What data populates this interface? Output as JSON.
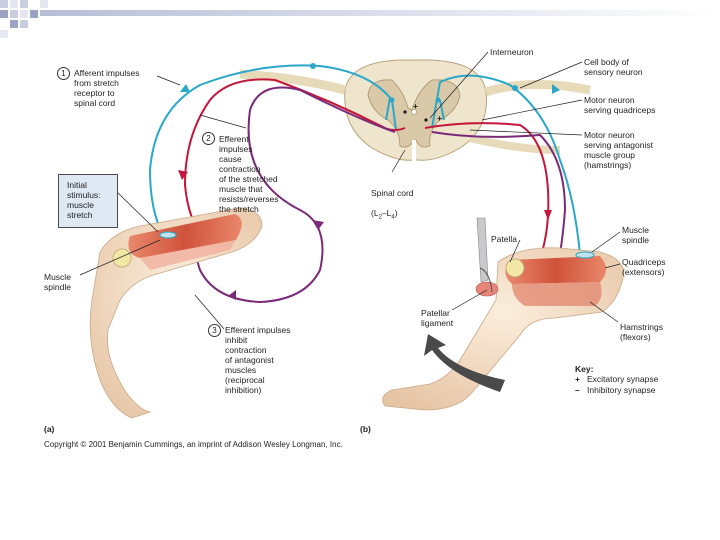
{
  "labels": {
    "step1": "Afferent impulses\nfrom stretch\nreceptor to\nspinal cord",
    "step2": "Efferent\nimpulses\ncause\ncontraction\nof the stretched\nmuscle that\nresists/reverses\nthe stretch",
    "step3": "Efferent impulses\ninhibit\ncontraction\nof antagonist\nmuscles\n(reciprocal\ninhibition)",
    "step1_num": "1",
    "step2_num": "2",
    "step3_num": "3",
    "initial_stimulus": "Initial\nstimulus:\nmuscle\nstretch",
    "muscle_spindle_a": "Muscle\nspindle",
    "interneuron": "Interneuron",
    "cell_body_sensory": "Cell body of\nsensory neuron",
    "motor_quadriceps": "Motor neuron\nserving quadriceps",
    "motor_antagonist": "Motor neuron\nserving antagonist\nmuscle group\n(hamstrings)",
    "spinal_cord": "Spinal cord",
    "spinal_levels": "(L",
    "spinal_sub1": "2",
    "spinal_dash": "–L",
    "spinal_sub2": "4",
    "spinal_close": ")",
    "patella": "Patella",
    "muscle_spindle_b": "Muscle\nspindle",
    "quadriceps": "Quadriceps\n(extensors)",
    "patellar_ligament": "Patellar\nligament",
    "hamstrings": "Hamstrings\n(flexors)",
    "panel_a": "(a)",
    "panel_b": "(b)",
    "copyright": "Copyright © 2001 Benjamin Cummings, an imprint of Addison Wesley Longman, Inc."
  },
  "key": {
    "title": "Key:",
    "excitatory_symbol": "+",
    "excitatory": "Excitatory synapse",
    "inhibitory_symbol": "–",
    "inhibitory": "Inhibitory synapse"
  },
  "synapse_plus_1": "+",
  "synapse_plus_2": "+",
  "colors": {
    "sensory": "#2aa7c9",
    "motor": "#c4163a",
    "antagonist": "#7b2a7a",
    "cord_gray": "#d9c9a8",
    "muscle": "#d8462a",
    "skin": "#f3dcc4",
    "bullet": "#9aa3b8"
  }
}
